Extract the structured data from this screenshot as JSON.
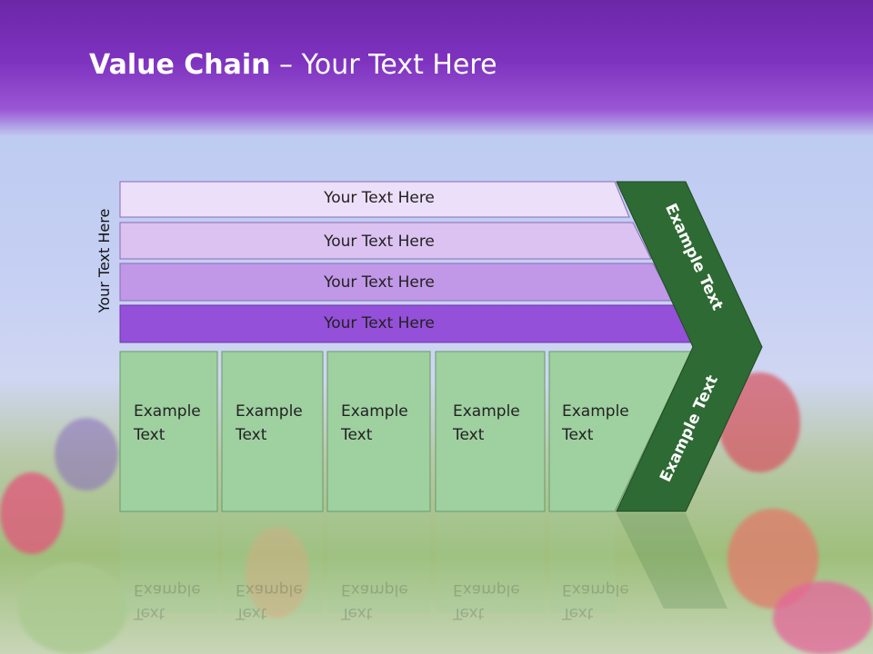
{
  "title": {
    "bold": "Value Chain",
    "rest": " – Your Text Here"
  },
  "side_label": "Your Text Here",
  "bars": [
    {
      "label": "Your Text Here",
      "color": "#ecdff9"
    },
    {
      "label": "Your Text Here",
      "color": "#dcc2f1"
    },
    {
      "label": "Your Text Here",
      "color": "#c197e7"
    },
    {
      "label": "Your Text Here",
      "color": "#9450d9"
    }
  ],
  "boxes": [
    {
      "line1": "Example",
      "line2": "Text"
    },
    {
      "line1": "Example",
      "line2": "Text"
    },
    {
      "line1": "Example",
      "line2": "Text"
    },
    {
      "line1": "Example",
      "line2": "Text"
    },
    {
      "line1": "Example",
      "line2": "Text"
    }
  ],
  "chevron_upper_label": "Example Text",
  "chevron_lower_label": "Example Text",
  "colors": {
    "header": "#7e33bf",
    "box_fill": "#9fd0a0",
    "chevron": "#2e6a33"
  }
}
